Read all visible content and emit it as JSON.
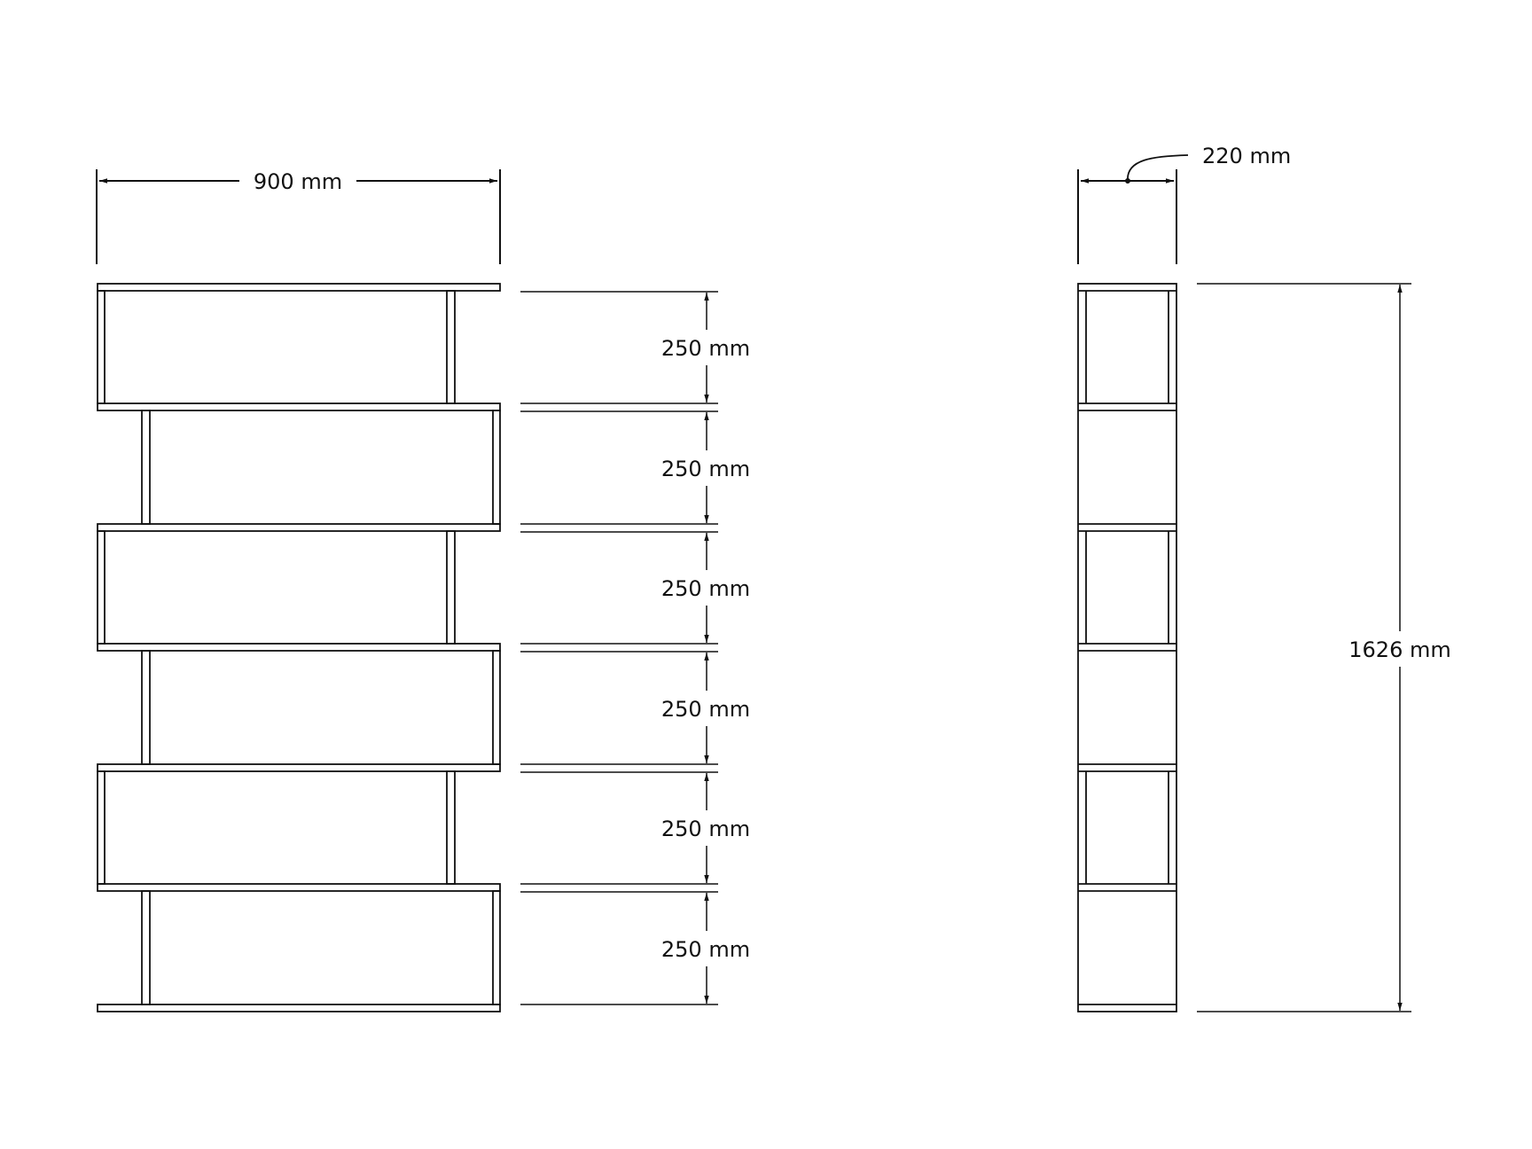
{
  "front_view": {
    "width_label": "900 mm",
    "shelf_spacing_labels": [
      "250 mm",
      "250 mm",
      "250 mm",
      "250 mm",
      "250 mm",
      "250 mm"
    ]
  },
  "side_view": {
    "depth_label": "220 mm",
    "height_label": "1626 mm"
  },
  "colors": {
    "line": "#111111",
    "background": "#ffffff"
  }
}
